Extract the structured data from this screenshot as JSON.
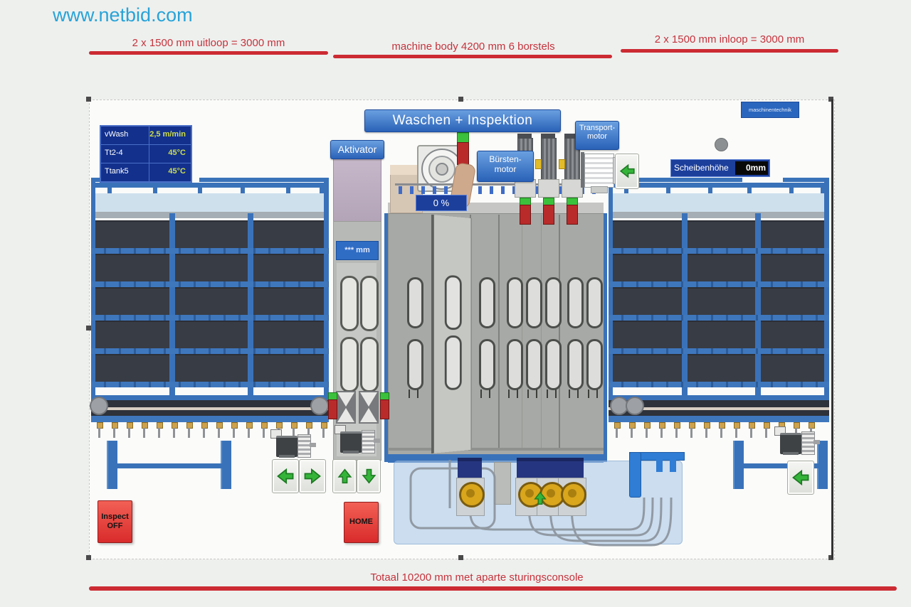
{
  "watermark": {
    "text": "www.netbid.com",
    "color": "#28a3d8"
  },
  "annotations": {
    "color": "#c5333c",
    "outfeed": "2 x 1500 mm uitloop = 3000 mm",
    "machine_body": "machine body 4200 mm 6 borstels",
    "infeed": "2 x 1500 mm inloop = 3000 mm",
    "total": "Totaal 10200 mm met aparte sturingsconsole"
  },
  "hmi": {
    "title": "Waschen + Inspektion",
    "vendor_badge": "maschinentechnik",
    "status_table": {
      "rows": [
        {
          "label": "vWash",
          "value": "2,5 m/min"
        },
        {
          "label": "Tt2-4",
          "value": "45°C"
        },
        {
          "label": "Ttank5",
          "value": "45°C"
        }
      ]
    },
    "aktivator": {
      "label": "Aktivator",
      "height_display": "*** mm"
    },
    "washer": {
      "speed_percent": "0 %"
    },
    "bursten_motor": {
      "line1": "Bürsten-",
      "line2": "motor"
    },
    "transport_motor": {
      "line1": "Transport-",
      "line2": "motor"
    },
    "scheibenhoehe": {
      "label": "Scheibenhöhe",
      "value": "0mm"
    },
    "buttons": {
      "inspect_line1": "Inspect",
      "inspect_line2": "OFF",
      "home": "HOME"
    },
    "icons": {
      "arrow_left": "green-left-arrow",
      "arrow_right": "green-right-arrow",
      "arrow_up": "green-up-arrow",
      "arrow_down": "green-down-arrow",
      "fan": "blower-fan",
      "motor": "electric-motor",
      "pump": "water-pump",
      "lamp": "red-green-indicator-lamp",
      "handle": "selection-handle"
    },
    "colors": {
      "panel_blue": "#2a62b8",
      "display_navy": "#1c3f9c",
      "value_green": "#cede4b",
      "alarm_red": "#d92b2b",
      "arrow_green": "#35b43a",
      "rack_blue": "#3a72b9",
      "glass_dark": "#383c44",
      "machine_gray": "#a7a9a6"
    }
  }
}
